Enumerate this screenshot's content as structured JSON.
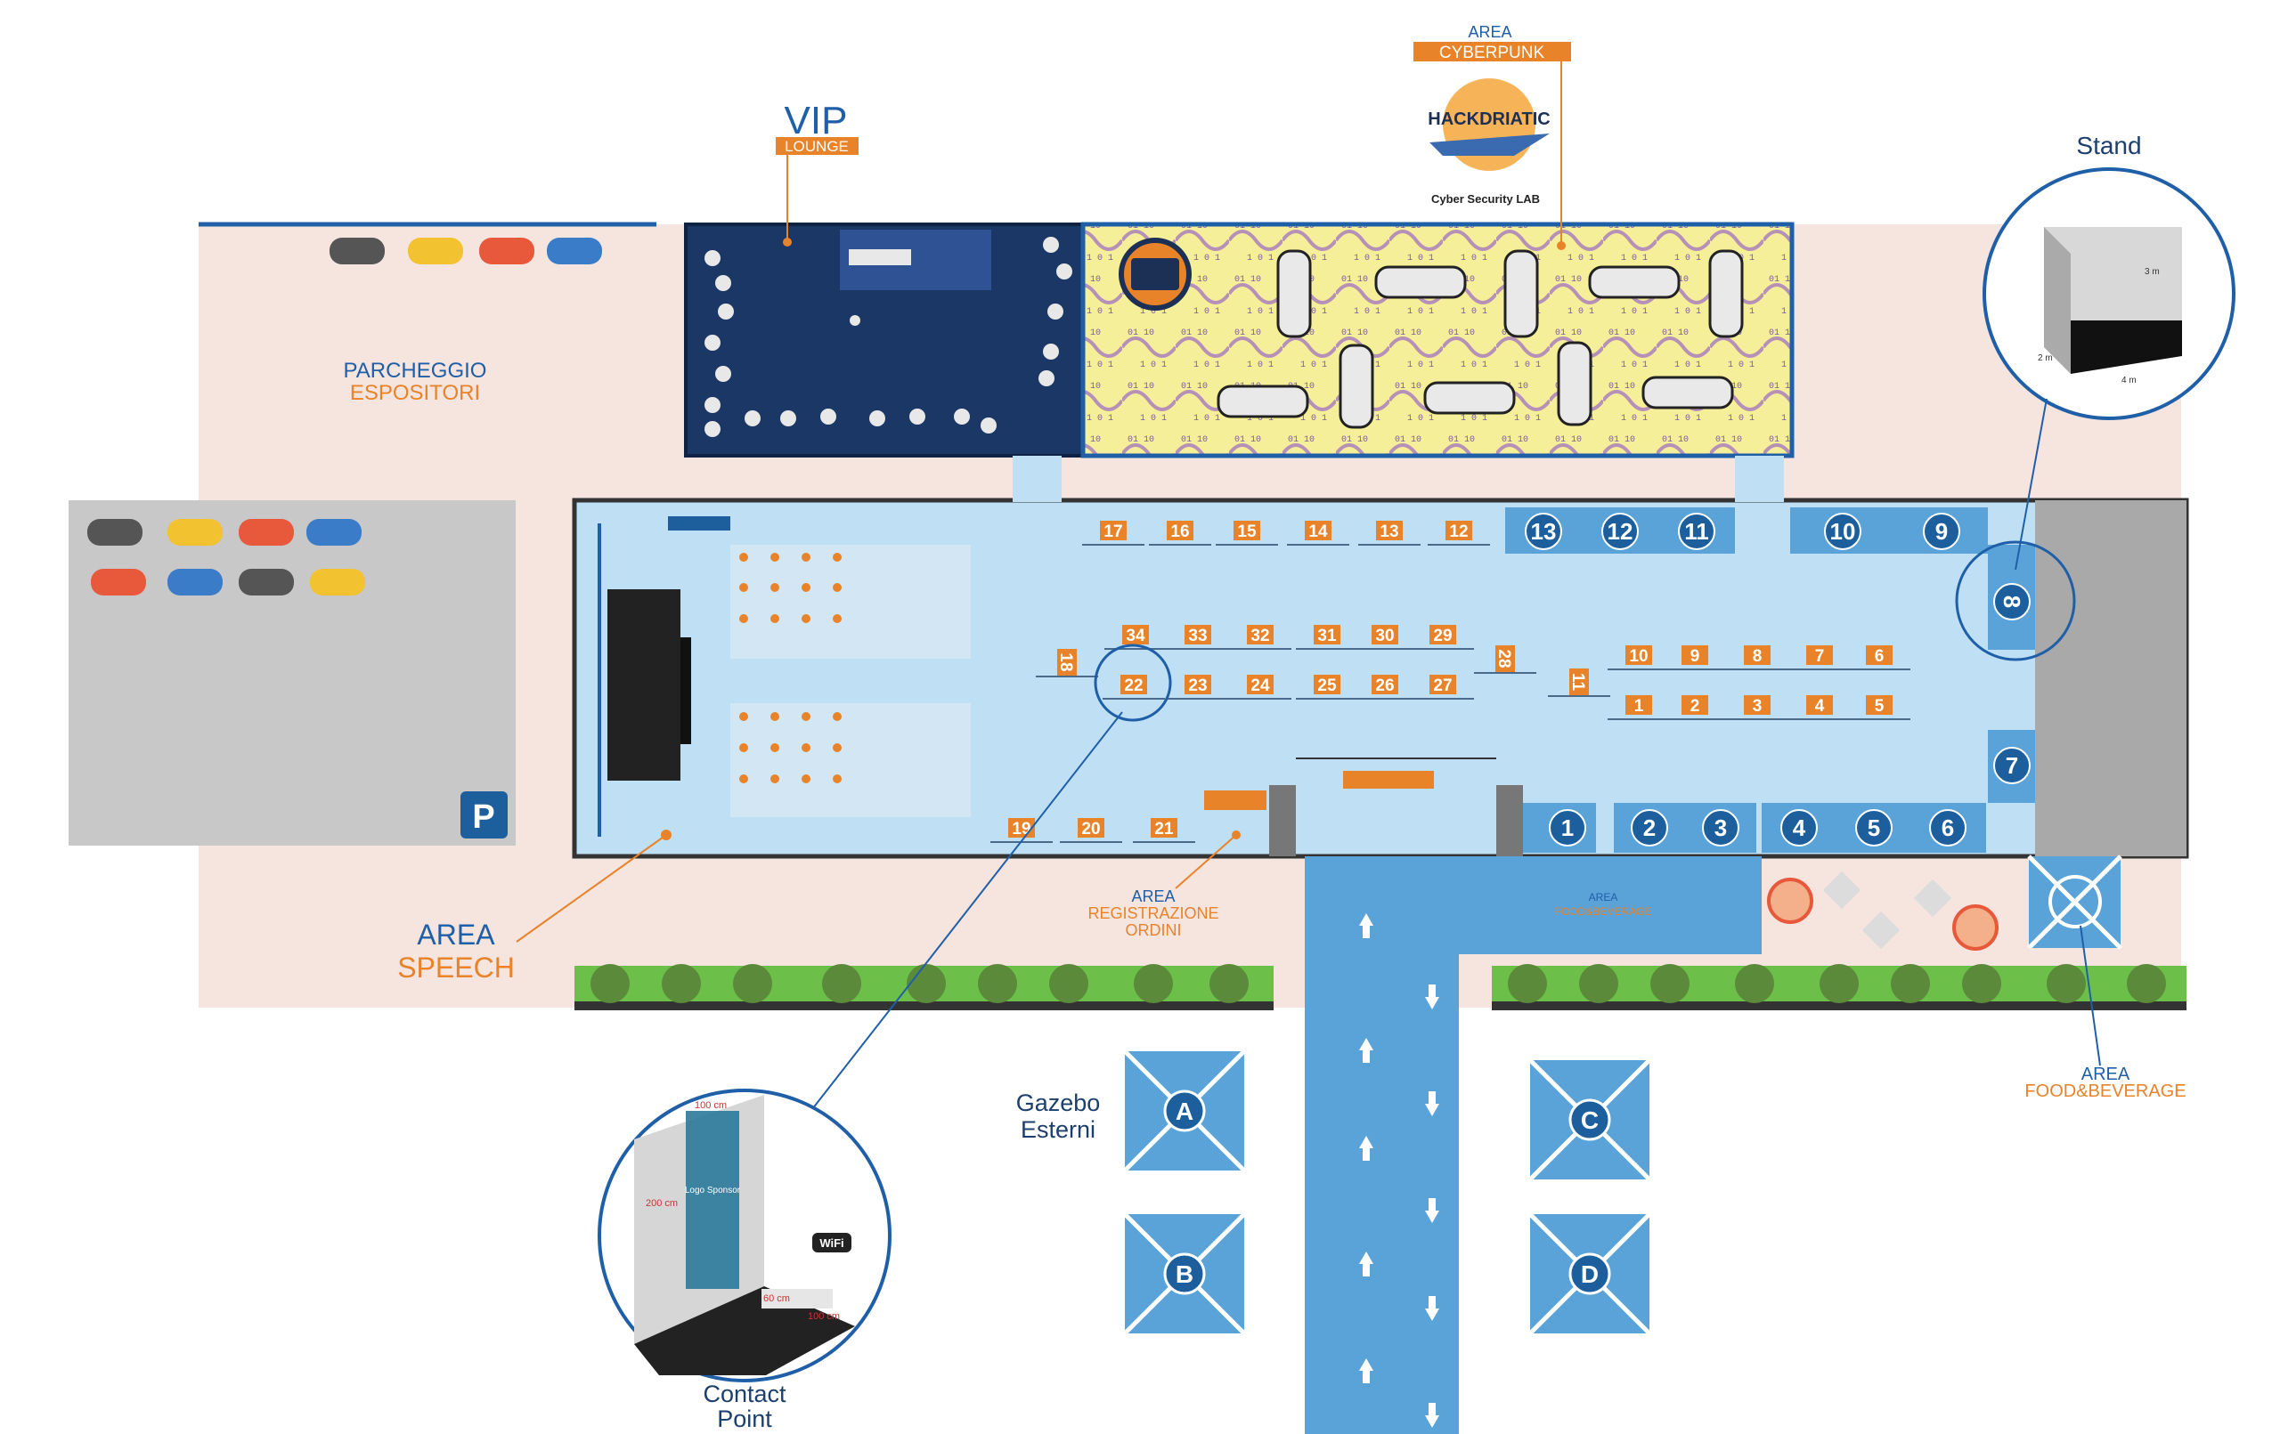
{
  "labels": {
    "vip_title": "VIP",
    "vip_sub": "LOUNGE",
    "cyber_area": "AREA",
    "cyber_name": "CYBERPUNK",
    "hack_logo": "HACKDRIATIC",
    "hack_sub": "Cyber Security LAB",
    "stand_title": "Stand",
    "parking_line1": "PARCHEGGIO",
    "parking_line2": "ESPOSITORI",
    "parking_sign": "P",
    "speech_line1": "AREA",
    "speech_line2": "SPEECH",
    "registration_line1": "AREA",
    "registration_line2": "REGISTRAZIONE",
    "registration_line3": "ORDINI",
    "food_line1": "AREA",
    "food_line2": "FOOD&BEVERAGE",
    "food_inner_line1": "AREA",
    "food_inner_line2": "FOOD&BEVERAGE",
    "gazebo_line1": "Gazebo",
    "gazebo_line2": "Esterni",
    "contact_line1": "Contact",
    "contact_line2": "Point"
  },
  "stand_dims": {
    "height": "3 m",
    "depth": "2 m",
    "width": "4 m"
  },
  "contact_dims": {
    "width": "100 cm",
    "height": "200 cm",
    "table_w": "60 cm",
    "table_d": "100 cm",
    "wifi": "WiFi",
    "banner": "Logo Sponsor"
  },
  "stands_big": [
    "13",
    "12",
    "11",
    "10",
    "9",
    "8",
    "7",
    "1",
    "2",
    "3",
    "4",
    "5",
    "6"
  ],
  "contact_points": [
    "17",
    "16",
    "15",
    "14",
    "13",
    "12",
    "34",
    "33",
    "32",
    "31",
    "30",
    "29",
    "22",
    "23",
    "24",
    "25",
    "26",
    "27",
    "18",
    "28",
    "10",
    "9",
    "8",
    "7",
    "6",
    "1",
    "2",
    "3",
    "4",
    "5",
    "11",
    "19",
    "20",
    "21"
  ],
  "gazebos": [
    "A",
    "B",
    "C",
    "D"
  ],
  "colors": {
    "hall_floor": "#bfe0f4",
    "stand_blue": "#5aa3d8",
    "badge_blue": "#1c5f9c",
    "orange": "#e8832a",
    "outdoor_pink": "#f6e4df",
    "parking_gray": "#c8c8c8",
    "vip_navy": "#1b3766",
    "cyber_yellow": "#f6ef9a",
    "cyber_purple": "#9a6ac4",
    "grass": "#6cc04a",
    "walkway": "#5aa3d8"
  }
}
